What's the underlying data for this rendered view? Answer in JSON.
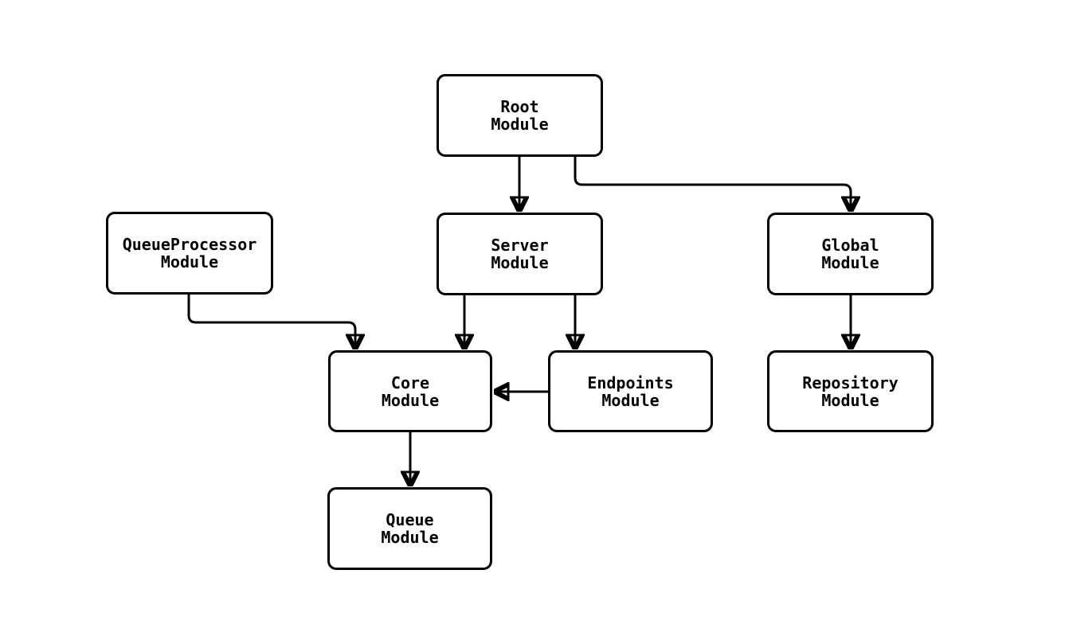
{
  "colors": {
    "background": "#ffffff",
    "node_fill": "#ffffff",
    "node_border": "#000000",
    "edge": "#000000",
    "text": "#000000"
  },
  "diagram": {
    "type": "module-dependency-graph",
    "nodes": {
      "root": {
        "label": "Root\nModule"
      },
      "server": {
        "label": "Server\nModule"
      },
      "global": {
        "label": "Global\nModule"
      },
      "queueprocessor": {
        "label": "QueueProcessor\nModule"
      },
      "core": {
        "label": "Core\nModule"
      },
      "endpoints": {
        "label": "Endpoints\nModule"
      },
      "repository": {
        "label": "Repository\nModule"
      },
      "queue": {
        "label": "Queue\nModule"
      }
    },
    "edges": [
      {
        "from": "root",
        "to": "server"
      },
      {
        "from": "root",
        "to": "global"
      },
      {
        "from": "queueprocessor",
        "to": "core"
      },
      {
        "from": "server",
        "to": "core"
      },
      {
        "from": "server",
        "to": "endpoints"
      },
      {
        "from": "endpoints",
        "to": "core"
      },
      {
        "from": "global",
        "to": "repository"
      },
      {
        "from": "core",
        "to": "queue"
      }
    ]
  }
}
